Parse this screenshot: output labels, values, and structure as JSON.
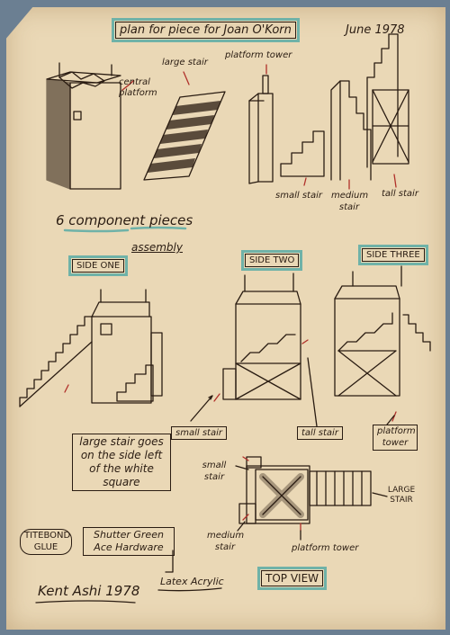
{
  "header": {
    "title": "plan for piece for Joan O'Korn",
    "date": "June 1978"
  },
  "top_labels": {
    "central_platform": "central platform",
    "large_stair": "large stair",
    "platform_tower": "platform tower",
    "small_stair": "small stair",
    "medium_stair": "medium stair",
    "tall_stair": "tall stair"
  },
  "section": {
    "component_pieces": "6 component pieces",
    "assembly": "assembly"
  },
  "sides": {
    "side_one": "SIDE ONE",
    "side_two": "SIDE TWO",
    "side_three": "SIDE THREE"
  },
  "callouts": {
    "large_stair_note": "large stair goes on the side left of the white square",
    "small_stair": "small stair",
    "tall_stair": "tall stair",
    "platform_tower": "platform tower"
  },
  "top_view": {
    "small_stair": "small stair",
    "large_stair": "LARGE STAIR",
    "medium_stair": "medium stair",
    "platform_tower": "platform tower",
    "label": "TOP VIEW"
  },
  "materials": {
    "glue": "TITEBOND GLUE",
    "paint": "Shutter Green Ace Hardware",
    "latex": "Latex Acrylic"
  },
  "signature": "Kent Ashi 1978",
  "colors": {
    "paper": "#ead8b6",
    "ink": "#2a1c12",
    "teal": "#6fb2a8",
    "red": "#b0302a",
    "background": "#6b7f92"
  }
}
